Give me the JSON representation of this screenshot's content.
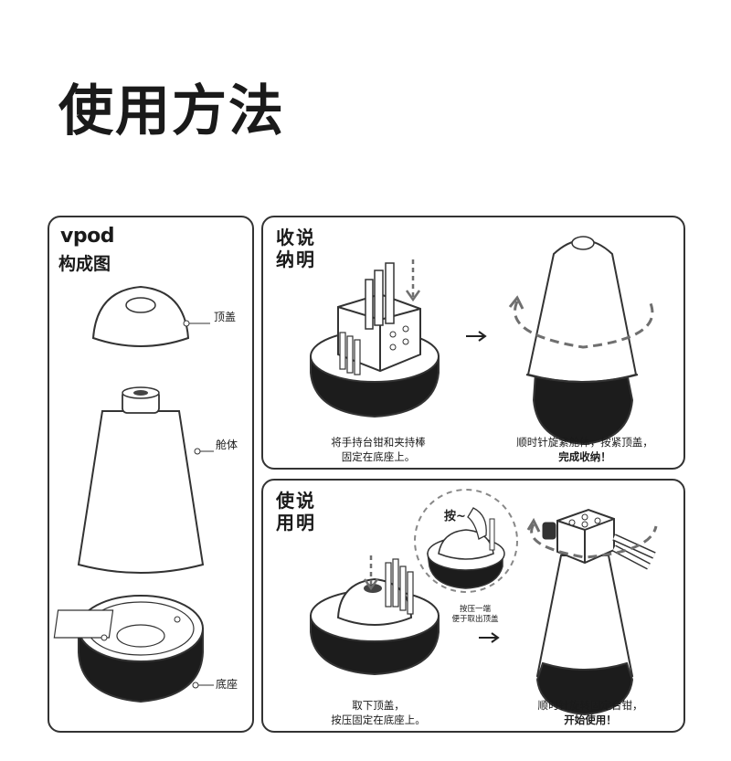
{
  "title": "使用方法",
  "left_panel": {
    "brand": "vpod",
    "subtitle": "构成图",
    "labels": {
      "top_cover": "顶盖",
      "body": "舱体",
      "base": "底座"
    }
  },
  "storage_panel": {
    "heading_line1": "收说",
    "heading_line2": "纳明",
    "caption1_line1": "将手持台钳和夹持棒",
    "caption1_line2": "固定在底座上。",
    "caption2_line1": "顺时针旋紧舱体，按紧顶盖，",
    "caption2_line2": "完成收纳！"
  },
  "usage_panel": {
    "heading_line1": "使说",
    "heading_line2": "用明",
    "press_label": "按~",
    "note_line1": "按压一端",
    "note_line2": "便于取出顶盖",
    "caption1_line1": "取下顶盖，",
    "caption1_line2": "按压固定在底座上。",
    "caption2_line1": "顺时针旋转固定台钳，",
    "caption2_line2": "开始使用！"
  },
  "colors": {
    "outline": "#333333",
    "dark_fill": "#1c1c1c",
    "arrow_gray": "#6f6f6f"
  }
}
